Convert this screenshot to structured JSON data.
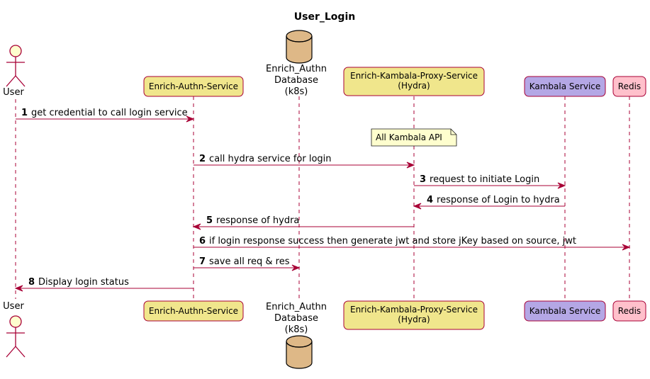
{
  "title": "User_Login",
  "participants": [
    {
      "id": "user",
      "kind": "actor",
      "label": "User"
    },
    {
      "id": "authn",
      "kind": "box",
      "lines": [
        "Enrich-Authn-Service"
      ],
      "fill": "#f0e68c"
    },
    {
      "id": "db",
      "kind": "database",
      "lines": [
        "Enrich_Authn",
        "Database",
        "(k8s)"
      ],
      "fill": "#deb887"
    },
    {
      "id": "proxy",
      "kind": "box",
      "lines": [
        "Enrich-Kambala-Proxy-Service",
        "(Hydra)"
      ],
      "fill": "#f0e68c"
    },
    {
      "id": "kambala",
      "kind": "box",
      "lines": [
        "Kambala Service"
      ],
      "fill": "#b4a7e5"
    },
    {
      "id": "redis",
      "kind": "box",
      "lines": [
        "Redis"
      ],
      "fill": "#ffc0cb"
    }
  ],
  "note": {
    "text": "All Kambala API",
    "fill": "#fefece"
  },
  "messages": [
    {
      "num": "1",
      "from": "user",
      "to": "authn",
      "text": "get credential to call login service"
    },
    {
      "num": "2",
      "from": "authn",
      "to": "proxy",
      "text": "call hydra service for login"
    },
    {
      "num": "3",
      "from": "proxy",
      "to": "kambala",
      "text": "request to initiate Login"
    },
    {
      "num": "4",
      "from": "kambala",
      "to": "proxy",
      "text": "response of Login  to hydra"
    },
    {
      "num": "5",
      "from": "proxy",
      "to": "authn",
      "text": "response of hydra"
    },
    {
      "num": "6",
      "from": "authn",
      "to": "redis",
      "text": "if login response  success then generate jwt  and store jKey based on source, jwt"
    },
    {
      "num": "7",
      "from": "authn",
      "to": "db",
      "text": "save all req & res"
    },
    {
      "num": "8",
      "from": "authn",
      "to": "user",
      "text": "Display login status"
    }
  ],
  "colors": {
    "line": "#a80036",
    "actor_fill": "#fefece"
  }
}
